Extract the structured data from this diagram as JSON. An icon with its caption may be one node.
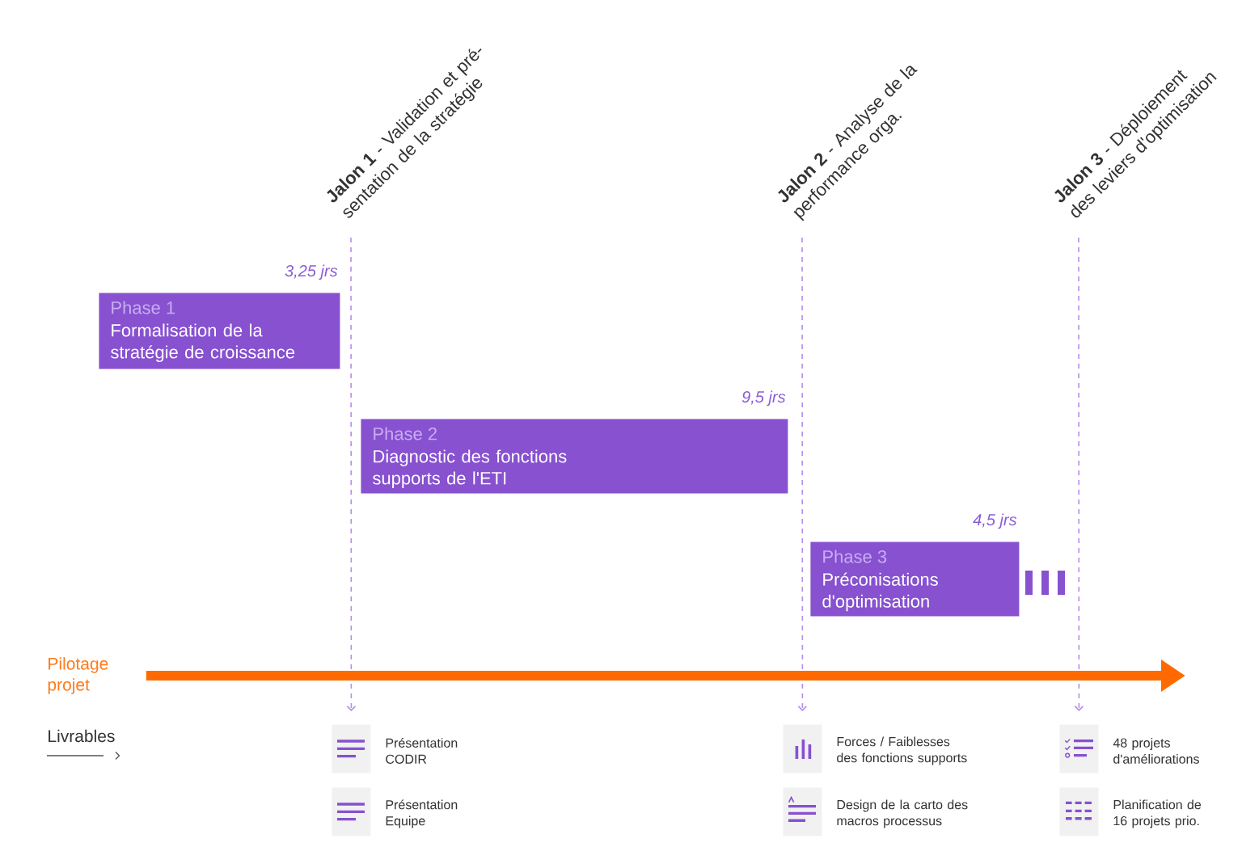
{
  "diagram": {
    "nodes": [
      {
        "text": [
          "**Jalon 1** - Validation et pré- sentation de la stratégie"
        ]
      },
      {
        "text": [
          "**Jalon 2** - Analyse de la performance orga."
        ]
      },
      {
        "text": [
          "**Jalon 3** - Déploiement des leviers d'optimisation"
        ]
      },
      {
        "text": [
          "Phase 1",
          "Formalisation de la stratégie de croissance"
        ],
        "beside": [
          "3,25 jrs"
        ]
      },
      {
        "text": [
          "Phase 2",
          "Diagnostic des fonctions supports de l'ETI"
        ],
        "beside": [
          "9,5 jrs"
        ]
      },
      {
        "text": [
          "Phase 3",
          "Préconisations d'optimisation"
        ],
        "beside": [
          "4,5 jrs"
        ]
      },
      {
        "text": [
          "Pilotage projet"
        ]
      },
      {
        "text": [],
        "shape": "box",
        "beside": [
          "Présentation CODIR"
        ]
      },
      {
        "text": [],
        "shape": "box",
        "beside": [
          "Présentation Equipe"
        ]
      },
      {
        "text": [],
        "shape": "box",
        "beside": [
          "Forces / Faiblesses des fonctions supports"
        ]
      },
      {
        "text": [],
        "shape": "box",
        "beside": [
          "Design de la carto des macros processus"
        ]
      },
      {
        "text": [],
        "shape": "box",
        "beside": [
          "48 projets d'améliorations"
        ]
      },
      {
        "text": [],
        "shape": "box",
        "beside": [
          "Planification de 16 projets prio."
        ]
      }
    ],
    "edges": [
      {
        "from": 0,
        "to": 7,
        "arrow": "to",
        "style": "dashed"
      },
      {
        "from": 1,
        "to": 9,
        "arrow": "to",
        "style": "dashed"
      },
      {
        "from": 2,
        "to": 11,
        "arrow": "to",
        "style": "dashed"
      },
      {
        "from": 6,
        "to": null,
        "arrow": "to",
        "style": "thick",
        "color": "#ff6a00"
      }
    ],
    "labels": [
      "Livrables"
    ]
  }
}
